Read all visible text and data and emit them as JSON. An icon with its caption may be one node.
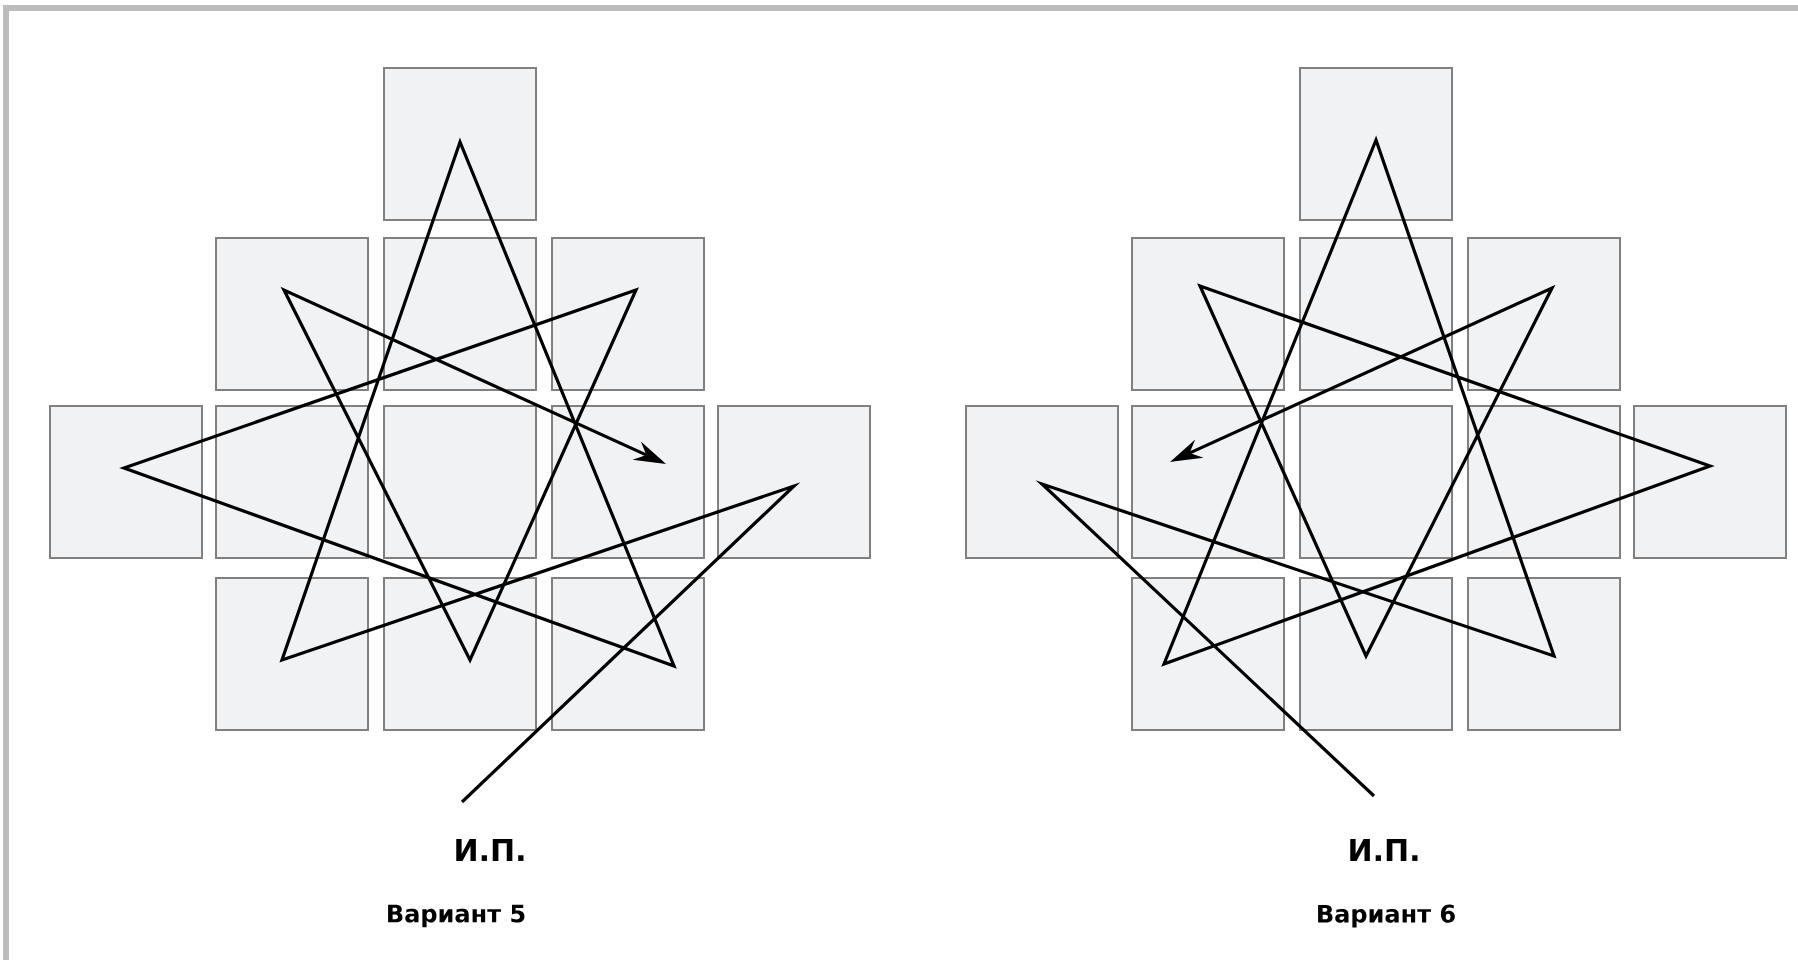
{
  "diagram": {
    "labels": [
      "И.П.",
      "Вариант 5",
      "И.П.",
      "Вариант 6"
    ]
  }
}
